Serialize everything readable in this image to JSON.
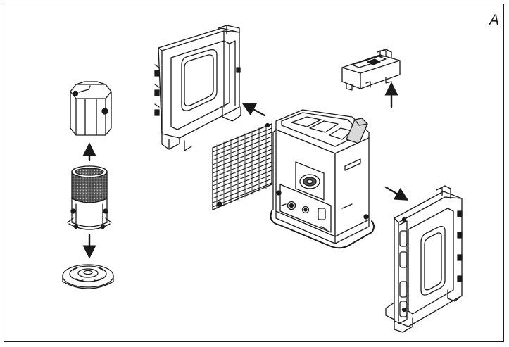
{
  "figure": {
    "panel_label": "A"
  },
  "colors": {
    "ink": "#1a1a1a",
    "paper": "#ffffff",
    "shade": "#d9d9d9",
    "mesh": "#555555"
  },
  "parts": [
    {
      "name": "burner-shield",
      "icon": "cylinder-cage-icon"
    },
    {
      "name": "burner-mesh-cylinder",
      "icon": "mesh-cylinder-icon"
    },
    {
      "name": "burner-base-plate",
      "icon": "round-plate-icon"
    },
    {
      "name": "left-side-panel",
      "icon": "frame-panel-icon"
    },
    {
      "name": "right-side-panel",
      "icon": "frame-panel-icon"
    },
    {
      "name": "top-cover",
      "icon": "cover-block-icon"
    },
    {
      "name": "front-grille",
      "icon": "grille-icon"
    },
    {
      "name": "heater-body",
      "icon": "heater-icon"
    }
  ]
}
